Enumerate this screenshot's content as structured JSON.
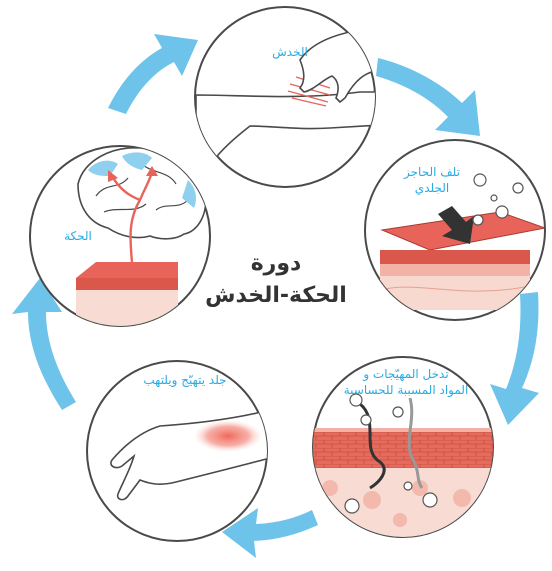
{
  "center_title": {
    "line1": "دورة",
    "line2": "الحكة-الخدش"
  },
  "stages": {
    "scratching": "الخدش",
    "barrier_damage": {
      "line1": "تلف الحاجز",
      "line2": "الجلدي"
    },
    "irritant_entry": {
      "line1": "تدخل المهيّجات و",
      "line2": "المواد المسببة للحساسية"
    },
    "inflamed_skin": "جلد يتهيّج ويلتهب",
    "itch": "الحكة"
  },
  "colors": {
    "arrow": "#6ec3ea",
    "label": "#29abe2",
    "skin_red": "#e8645a",
    "title": "#333333"
  },
  "icons": {
    "irritant": "irritant-particle-icon",
    "brain": "brain-icon",
    "hand": "hand-icon"
  }
}
